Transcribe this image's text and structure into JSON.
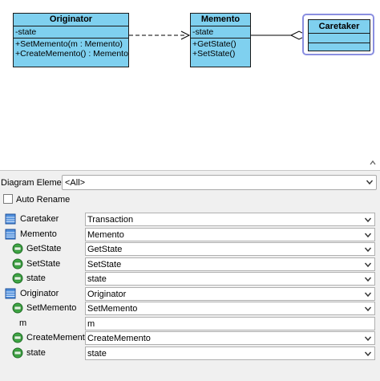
{
  "diagram": {
    "classes": [
      {
        "key": "originator",
        "name": "Originator",
        "attributes": [
          "-state"
        ],
        "operations": [
          "+SetMemento(m : Memento)",
          "+CreateMemento() : Memento"
        ]
      },
      {
        "key": "memento",
        "name": "Memento",
        "attributes": [
          "-state"
        ],
        "operations": [
          "+GetState()",
          "+SetState()"
        ]
      },
      {
        "key": "caretaker",
        "name": "Caretaker",
        "attributes": [],
        "operations": []
      }
    ],
    "colors": {
      "class_fill": "#7fd0ef",
      "selection": "#8a8ee0"
    }
  },
  "panel": {
    "filter_label": "Diagram Element",
    "filter_value": "<All>",
    "auto_rename_label": "Auto Rename",
    "auto_rename_checked": false,
    "rows": [
      {
        "icon": "class-icon",
        "name": "Caretaker",
        "value": "Transaction",
        "has_dropdown": true
      },
      {
        "icon": "class-icon",
        "name": "Memento",
        "value": "Memento",
        "has_dropdown": true
      },
      {
        "icon": "operation-icon",
        "name": "GetState",
        "value": "GetState",
        "has_dropdown": true
      },
      {
        "icon": "operation-icon",
        "name": "SetState",
        "value": "SetState",
        "has_dropdown": true
      },
      {
        "icon": "operation-icon",
        "name": "state",
        "value": "state",
        "has_dropdown": true
      },
      {
        "icon": "class-icon",
        "name": "Originator",
        "value": "Originator",
        "has_dropdown": true
      },
      {
        "icon": "operation-icon",
        "name": "SetMemento",
        "value": "SetMemento",
        "has_dropdown": true
      },
      {
        "icon": "none",
        "name": "m",
        "value": "m",
        "has_dropdown": false
      },
      {
        "icon": "operation-icon",
        "name": "CreateMemento",
        "value": "CreateMemento",
        "has_dropdown": true
      },
      {
        "icon": "operation-icon",
        "name": "state",
        "value": "state",
        "has_dropdown": true
      }
    ]
  }
}
